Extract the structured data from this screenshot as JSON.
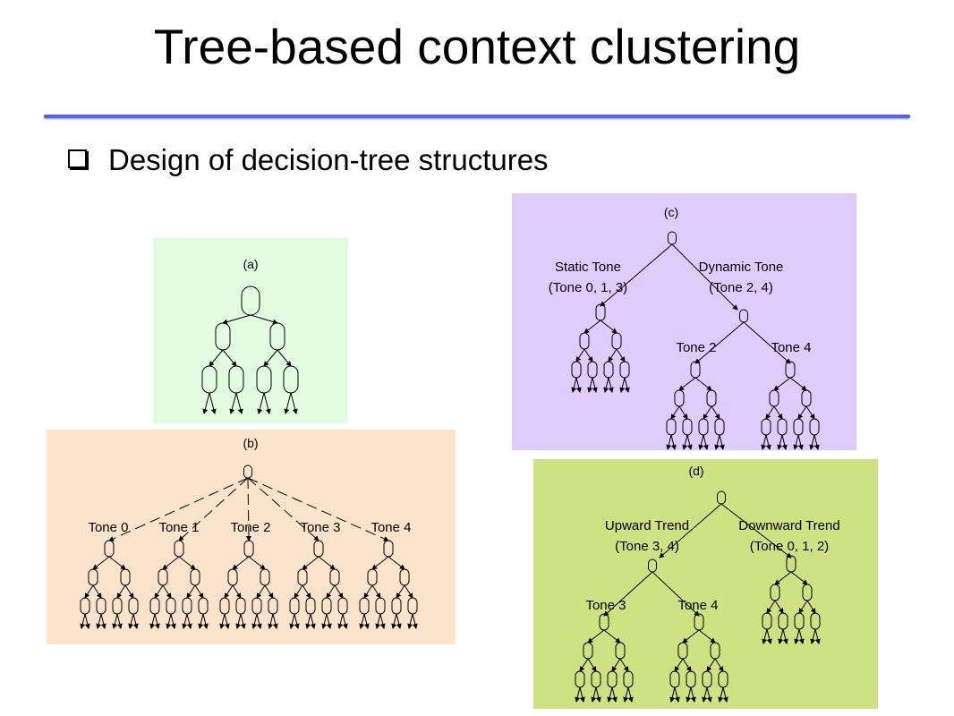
{
  "slide": {
    "title": "Tree-based context clustering",
    "bullet": "Design of decision-tree structures"
  },
  "colors": {
    "rule": "#5865d8",
    "panel_a": "#e2fce2",
    "panel_b": "#fce4cc",
    "panel_c": "#e0ccfc",
    "panel_d": "#cce283"
  },
  "panels": {
    "a": {
      "caption": "(a)"
    },
    "b": {
      "caption": "(b)",
      "labels": [
        "Tone 0",
        "Tone 1",
        "Tone 2",
        "Tone 3",
        "Tone 4"
      ]
    },
    "c": {
      "caption": "(c)",
      "static_line1": "Static Tone",
      "static_line2": "(Tone 0, 1, 3)",
      "dynamic_line1": "Dynamic Tone",
      "dynamic_line2": "(Tone 2, 4)",
      "tone2": "Tone 2",
      "tone4": "Tone 4"
    },
    "d": {
      "caption": "(d)",
      "upward_line1": "Upward Trend",
      "upward_line2": "(Tone 3, 4)",
      "downward_line1": "Downward Trend",
      "downward_line2": "(Tone 0, 1, 2)",
      "tone3": "Tone 3",
      "tone4": "Tone 4"
    }
  }
}
